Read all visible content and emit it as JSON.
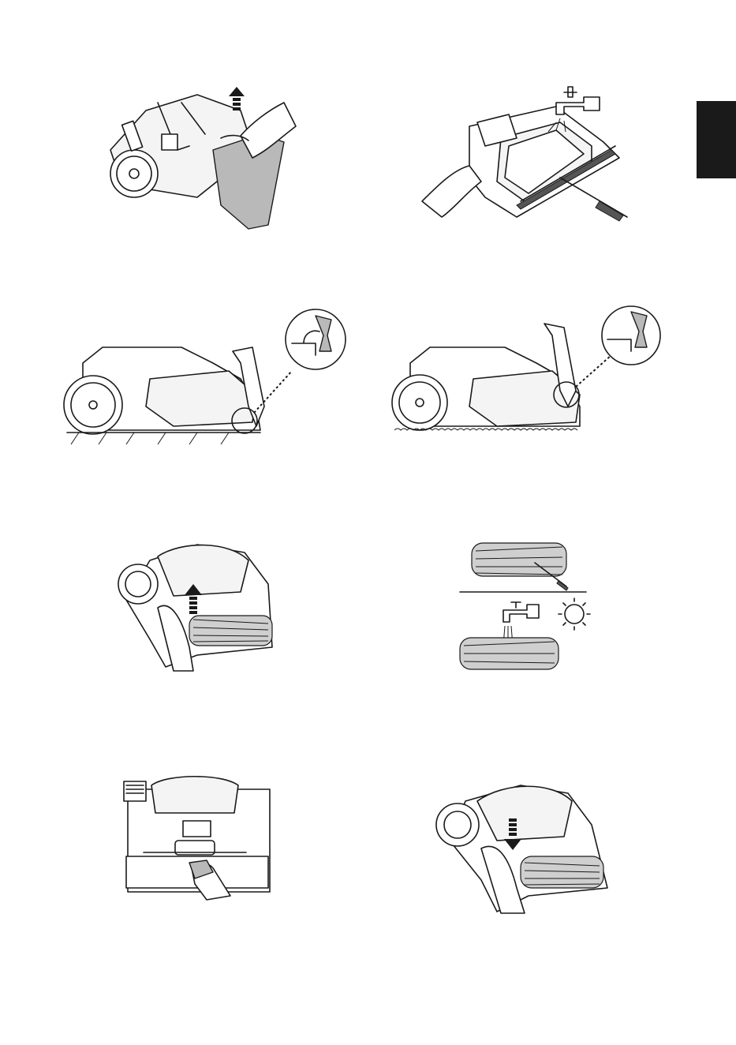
{
  "page": {
    "language_tab_color": "#1a1a1a",
    "line_color": "#1a1a1a",
    "highlight_grey": "#b9b9b9"
  },
  "figures": [
    {
      "id": "remove-filter-cover",
      "icons": [
        "robot-body",
        "hand",
        "up-arrow-icon"
      ]
    },
    {
      "id": "rinse-filter-frame",
      "icons": [
        "faucet-icon",
        "hands",
        "brush-tool"
      ]
    },
    {
      "id": "latch-on-hard-floor",
      "icons": [
        "robot-body",
        "zoom-circle",
        "hatched-floor"
      ]
    },
    {
      "id": "latch-on-carpet",
      "icons": [
        "robot-body",
        "zoom-circle",
        "carpet-floor"
      ]
    },
    {
      "id": "lift-brush-roll",
      "icons": [
        "robot-body",
        "up-arrow-icon",
        "brush-roll"
      ]
    },
    {
      "id": "clean-and-dry-brush",
      "icons": [
        "brush-roll",
        "screwdriver",
        "faucet-icon",
        "sun-icon"
      ]
    },
    {
      "id": "wipe-brush-housing",
      "icons": [
        "robot-body",
        "cloth-hand"
      ]
    },
    {
      "id": "reinstall-brush-roll",
      "icons": [
        "robot-body",
        "down-arrow-icon",
        "brush-roll"
      ]
    }
  ]
}
